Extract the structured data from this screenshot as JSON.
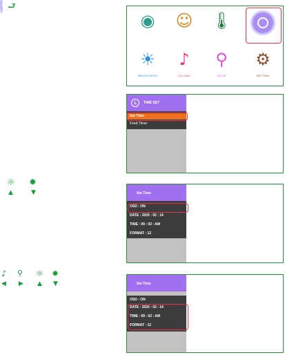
{
  "menu": {
    "items": [
      {
        "label": "",
        "icon": "webcam-icon",
        "color": "#2f9c8a"
      },
      {
        "label": "",
        "icon": "baby-face-icon",
        "color": "#d08a25"
      },
      {
        "label": "",
        "icon": "thermometer-icon",
        "color": "#1a7a3a"
      },
      {
        "label": "",
        "icon": "clock-icon",
        "color": "#a78ef2"
      },
      {
        "label": "BRIGHTNESS",
        "icon": "brightness-icon",
        "color": "#2a8fdc"
      },
      {
        "label": "LULLABY",
        "icon": "music-note-icon",
        "color": "#e0368a"
      },
      {
        "label": "ZOOM",
        "icon": "zoom-icon",
        "color": "#e04fd6"
      },
      {
        "label": "SETTING",
        "icon": "gear-icon",
        "color": "#8a5030"
      }
    ]
  },
  "time_set_menu": {
    "title": "TIME SET",
    "items": [
      "Set Time",
      "Feed Timer"
    ],
    "selected_color": "#f07020"
  },
  "set_time_screen": {
    "title": "Set Time",
    "rows": [
      {
        "label": "OSD",
        "value": "ON"
      },
      {
        "label": "DATE",
        "value": "2020 : 02 : 14"
      },
      {
        "label": "TIME",
        "value": "09 : 02 : AM"
      },
      {
        "label": "FORMAT",
        "value": "12"
      }
    ]
  },
  "colors": {
    "purple": "#a070f0",
    "dark": "#3c3c3c",
    "gray": "#c2c2c2",
    "highlight": "#e6364a",
    "green": "#1a9c3e"
  }
}
